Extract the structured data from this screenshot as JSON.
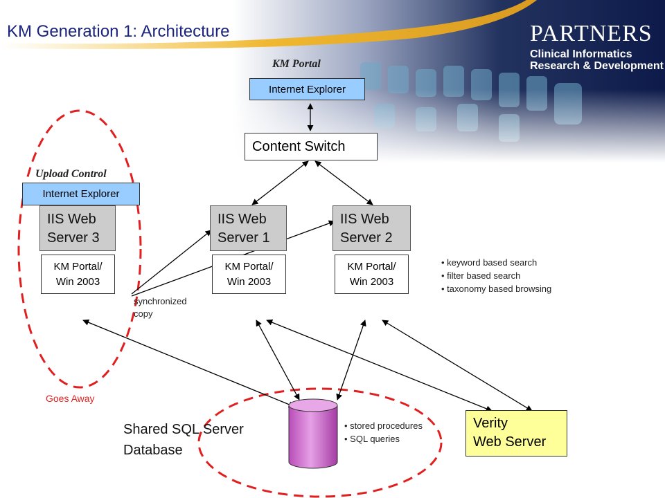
{
  "title": "KM Generation 1: Architecture",
  "logo": {
    "name": "PARTNERS",
    "line1": "Clinical Informatics",
    "line2": "Research & Development"
  },
  "km_portal_caption": "KM Portal",
  "upload_control_caption": "Upload Control",
  "ie_top": "Internet Explorer",
  "ie_left": "Internet Explorer",
  "content_switch": "Content Switch",
  "servers": [
    {
      "line1": "IIS Web",
      "line2": "Server 3",
      "portal1": "KM Portal/",
      "portal2": "Win 2003"
    },
    {
      "line1": "IIS Web",
      "line2": "Server 1",
      "portal1": "KM Portal/",
      "portal2": "Win 2003"
    },
    {
      "line1": "IIS Web",
      "line2": "Server 2",
      "portal1": "KM Portal/",
      "portal2": "Win 2003"
    }
  ],
  "sync_copy": {
    "line1": "synchronized",
    "line2": "copy"
  },
  "search_features": [
    "keyword based search",
    "filter based search",
    "taxonomy based browsing"
  ],
  "goes_away": "Goes Away",
  "database": {
    "line1": "Shared SQL Server",
    "line2": "Database"
  },
  "db_features": [
    "stored procedures",
    "SQL queries"
  ],
  "verity": {
    "line1": "Verity",
    "line2": "Web Server"
  },
  "colors": {
    "title": "#1a237e",
    "ie_fill": "#99ccff",
    "server_fill": "#cccccc",
    "db_fill": "#cc66cc",
    "verity_fill": "#ffff99",
    "dash_red": "#e02020",
    "banner_navy": "#0d1a4a"
  }
}
